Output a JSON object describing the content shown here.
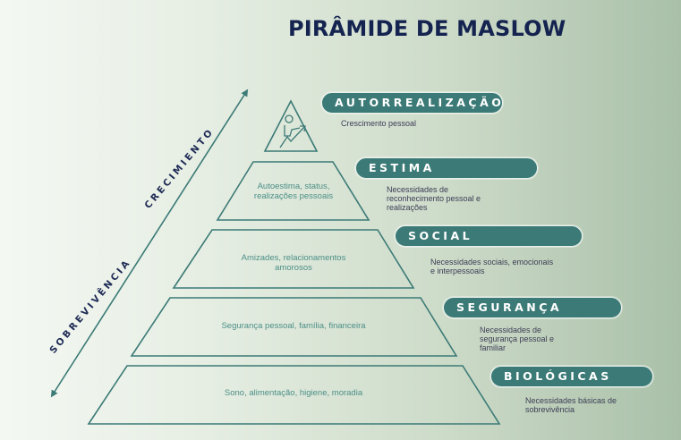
{
  "title": "PIRÂMIDE DE MASLOW",
  "colors": {
    "title": "#14234f",
    "accent": "#3b7a76",
    "outline": "#3b7a76",
    "layer_text": "#4c8f87",
    "desc_text": "#3c3d55"
  },
  "axis": {
    "up_label": "CRECIMIENTO",
    "down_label": "SOBREVIVÊNCIA",
    "icon": "double-arrow"
  },
  "levels": [
    {
      "name": "AUTORREALIZAÇÃO",
      "inside": "",
      "icon": "person-climbing-icon",
      "description": "Crescimento pessoal"
    },
    {
      "name": "ESTIMA",
      "inside": "Autoestima, status, realizações pessoais",
      "inside_lines": [
        "Autoestima, status,",
        "realizações pessoais"
      ],
      "description_lines": [
        "Necessidades de",
        "reconhecimento pessoal e",
        "realizações"
      ]
    },
    {
      "name": "SOCIAL",
      "inside_lines": [
        "Amizades, relacionamentos",
        "amorosos"
      ],
      "description_lines": [
        "Necessidades sociais, emocionais",
        "e interpessoais"
      ]
    },
    {
      "name": "SEGURANÇA",
      "inside_lines": [
        "Segurança pessoal, família, financeira"
      ],
      "description_lines": [
        "Necessidades de",
        "segurança pessoal e",
        "familiar"
      ]
    },
    {
      "name": "BIOLÓGICAS",
      "inside_lines": [
        "Sono, alimentação, higiene, moradia"
      ],
      "description_lines": [
        "Necessidades básicas de",
        "sobrevivência"
      ]
    }
  ]
}
